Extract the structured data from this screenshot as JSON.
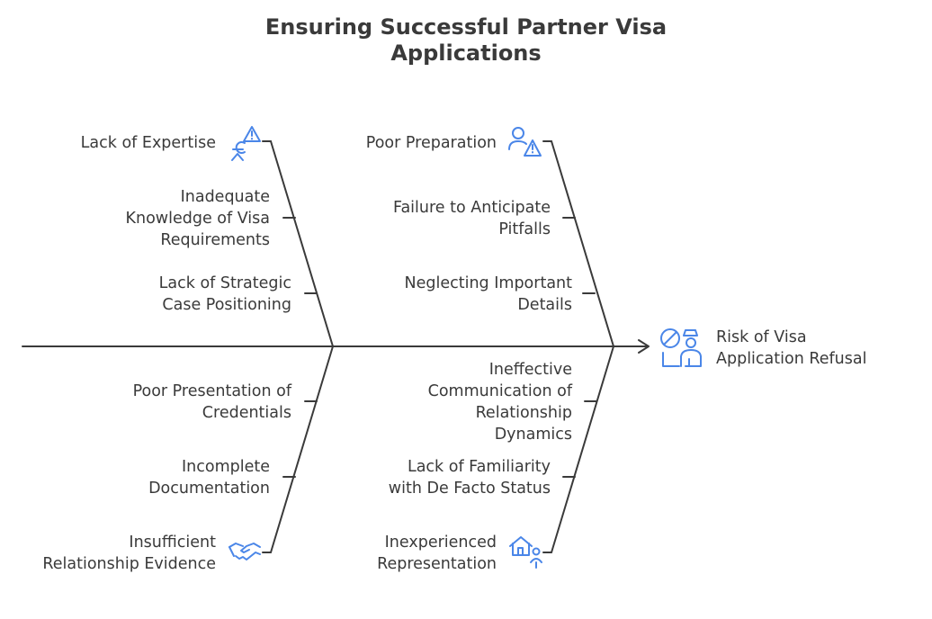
{
  "title": {
    "line1": "Ensuring Successful Partner Visa",
    "line2": "Applications"
  },
  "effect": {
    "line1": "Risk of Visa",
    "line2": "Application Refusal",
    "icon": "visa-refusal-icon"
  },
  "categories": {
    "expertise": {
      "label": "Lack of Expertise",
      "icon": "expertise-warning-icon"
    },
    "preparation": {
      "label": "Poor Preparation",
      "icon": "person-warning-icon"
    },
    "evidence": {
      "line1": "Insufficient",
      "line2": "Relationship Evidence",
      "icon": "handshake-icon"
    },
    "representation": {
      "line1": "Inexperienced",
      "line2": "Representation",
      "icon": "house-person-icon"
    }
  },
  "causes": {
    "knowledge": {
      "line1": "Inadequate",
      "line2": "Knowledge of Visa",
      "line3": "Requirements"
    },
    "strategic": {
      "line1": "Lack of Strategic",
      "line2": "Case Positioning"
    },
    "pitfalls": {
      "line1": "Failure to Anticipate",
      "line2": "Pitfalls"
    },
    "details": {
      "line1": "Neglecting Important",
      "line2": "Details"
    },
    "credentials": {
      "line1": "Poor Presentation of",
      "line2": "Credentials"
    },
    "documentation": {
      "line1": "Incomplete",
      "line2": "Documentation"
    },
    "communication": {
      "line1": "Ineffective",
      "line2": "Communication of",
      "line3": "Relationship",
      "line4": "Dynamics"
    },
    "defacto": {
      "line1": "Lack of Familiarity",
      "line2": "with De Facto Status"
    }
  }
}
